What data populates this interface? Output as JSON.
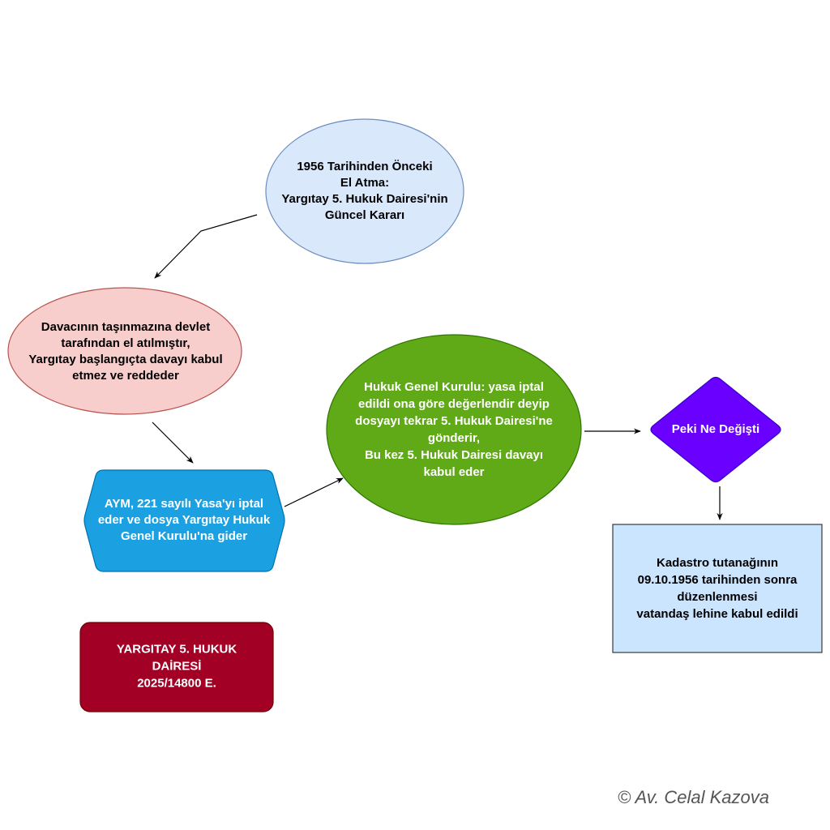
{
  "diagram": {
    "nodes": {
      "origin": {
        "lines": [
          "1956 Tarihinden Önceki",
          "El Atma:",
          "Yargıtay 5. Hukuk Dairesi'nin",
          "Güncel Kararı"
        ],
        "fill": "#dae8fc",
        "stroke": "#6c8ebf"
      },
      "initial_rejection": {
        "lines": [
          "Davacının taşınmazına devlet",
          "tarafından el atılmıştır,",
          "Yargıtay başlangıçta davayı kabul",
          "etmez ve reddeder"
        ],
        "fill": "#f8cecc",
        "stroke": "#b85450"
      },
      "aym_annulment": {
        "lines": [
          "AYM, 221 sayılı Yasa'yı iptal",
          "eder ve dosya Yargıtay Hukuk",
          "Genel Kurulu'na gider"
        ],
        "fill": "#1ba1e2",
        "stroke": "#006eaf"
      },
      "general_assembly": {
        "lines": [
          "Hukuk Genel Kurulu: yasa iptal",
          "edildi ona göre değerlendir deyip",
          "dosyayı tekrar 5. Hukuk Dairesi'ne",
          "gönderir,",
          "Bu kez 5. Hukuk Dairesi davayı",
          "kabul eder"
        ],
        "fill": "#60a917",
        "stroke": "#2d7600"
      },
      "what_changed": {
        "lines": [
          "Peki Ne Değişti"
        ],
        "fill": "#6a00ff",
        "stroke": "#3700cc"
      },
      "outcome": {
        "lines": [
          "Kadastro tutanağının",
          "09.10.1956 tarihinden sonra",
          "düzenlenmesi",
          "vatandaş lehine kabul edildi"
        ],
        "fill": "#cce5ff",
        "stroke": "#36393d"
      },
      "case_reference": {
        "lines": [
          "YARGITAY 5. HUKUK",
          "DAİRESİ",
          "2025/14800 E."
        ],
        "fill": "#a20025",
        "stroke": "#6f0000"
      }
    },
    "edge_color": "#000000"
  },
  "footer": {
    "copyright": "© Av. Celal Kazova"
  }
}
